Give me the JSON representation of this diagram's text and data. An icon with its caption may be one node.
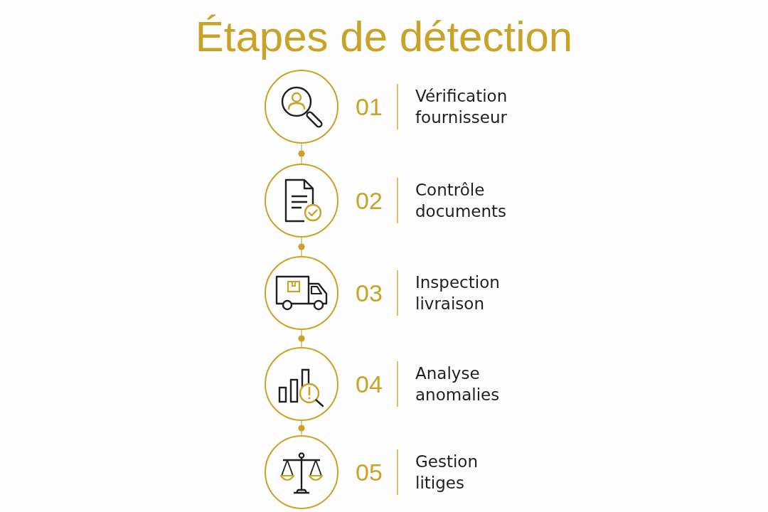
{
  "diagram": {
    "title": "Étapes de détection",
    "nodes": [
      {
        "text": [],
        "shape": "circle",
        "beside": [
          "01",
          "Vérification fournisseur"
        ]
      },
      {
        "text": [],
        "shape": "circle",
        "beside": [
          "02",
          "Contrôle documents"
        ]
      },
      {
        "text": [],
        "shape": "circle",
        "beside": [
          "03",
          "Inspection livraison"
        ]
      },
      {
        "text": [],
        "shape": "circle",
        "beside": [
          "04",
          "Analyse anomalies"
        ]
      },
      {
        "text": [],
        "shape": "circle",
        "beside": [
          "05",
          "Gestion litiges"
        ]
      }
    ],
    "edges": [
      {
        "from": 0,
        "to": 1,
        "arrow": "none"
      },
      {
        "from": 1,
        "to": 2,
        "arrow": "none"
      },
      {
        "from": 2,
        "to": 3,
        "arrow": "none"
      },
      {
        "from": 3,
        "to": 4,
        "arrow": "none"
      }
    ]
  }
}
